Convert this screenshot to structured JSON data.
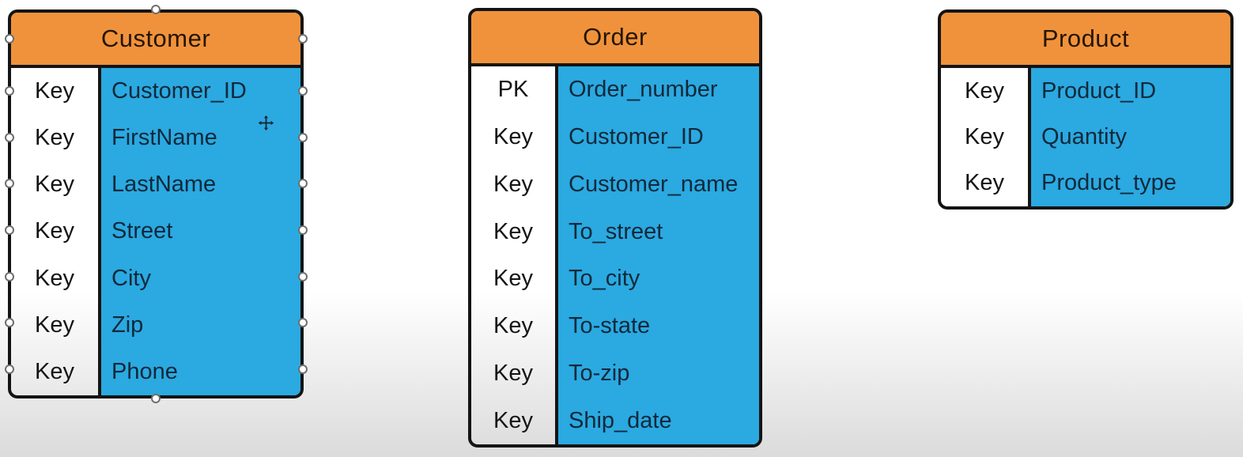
{
  "diagram": {
    "kind": "entity-relationship",
    "background": {
      "top": "#FFFFFF",
      "bottom": "#DBDBDB"
    },
    "colors": {
      "header_fill": "#F0923C",
      "row_fill": "#2BA9E1",
      "border": "#141414",
      "attr_text": "#10293A",
      "key_text": "#141414",
      "header_text": "#241604",
      "handle_fill": "#FFFFFF",
      "handle_border": "#6E6E6E"
    }
  },
  "tables": [
    {
      "name": "Customer",
      "selected": true,
      "rows": [
        {
          "key": "Key",
          "attr": "Customer_ID"
        },
        {
          "key": "Key",
          "attr": "FirstName"
        },
        {
          "key": "Key",
          "attr": "LastName"
        },
        {
          "key": "Key",
          "attr": "Street"
        },
        {
          "key": "Key",
          "attr": "City"
        },
        {
          "key": "Key",
          "attr": "Zip"
        },
        {
          "key": "Key",
          "attr": "Phone"
        }
      ]
    },
    {
      "name": "Order",
      "selected": false,
      "rows": [
        {
          "key": "PK",
          "attr": "Order_number"
        },
        {
          "key": "Key",
          "attr": "Customer_ID"
        },
        {
          "key": "Key",
          "attr": "Customer_name"
        },
        {
          "key": "Key",
          "attr": "To_street"
        },
        {
          "key": "Key",
          "attr": "To_city"
        },
        {
          "key": "Key",
          "attr": "To-state"
        },
        {
          "key": "Key",
          "attr": "To-zip"
        },
        {
          "key": "Key",
          "attr": "Ship_date"
        }
      ]
    },
    {
      "name": "Product",
      "selected": false,
      "rows": [
        {
          "key": "Key",
          "attr": "Product_ID"
        },
        {
          "key": "Key",
          "attr": "Quantity"
        },
        {
          "key": "Key",
          "attr": "Product_type"
        }
      ]
    }
  ],
  "cursor": {
    "icon": "move-cursor"
  }
}
